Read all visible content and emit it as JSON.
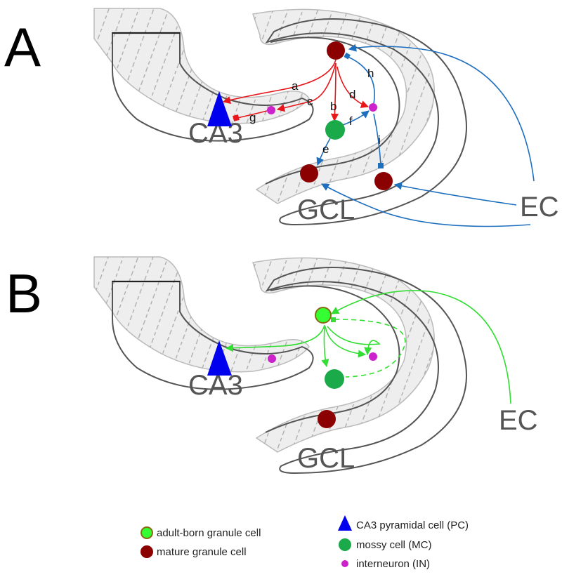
{
  "panels": {
    "a": {
      "letter": "A",
      "labels": {
        "ca3": "CA3",
        "gcl": "GCL",
        "ec": "EC"
      },
      "connections": [
        "a",
        "b",
        "c",
        "d",
        "e",
        "f",
        "g",
        "h",
        "i"
      ]
    },
    "b": {
      "letter": "B",
      "labels": {
        "ca3": "CA3",
        "gcl": "GCL",
        "ec": "EC"
      }
    }
  },
  "legend": {
    "adult_born": "adult-born granule cell",
    "mature": "mature granule cell",
    "pyramidal": "CA3 pyramidal cell (PC)",
    "mossy": "mossy cell (MC)",
    "interneuron": "interneuron (IN)"
  },
  "colors": {
    "mature_granule": "#8b0000",
    "adult_born_fill": "#33ff33",
    "adult_born_ring": "#8b6914",
    "mossy": "#1aaa4a",
    "interneuron": "#cc22cc",
    "pyramidal": "#0000ee",
    "red_projection": "#e8161b",
    "blue_projection": "#1f6fbf",
    "green_projection": "#33dd33",
    "outline": "#555555",
    "band_fill": "#eeeeee"
  }
}
